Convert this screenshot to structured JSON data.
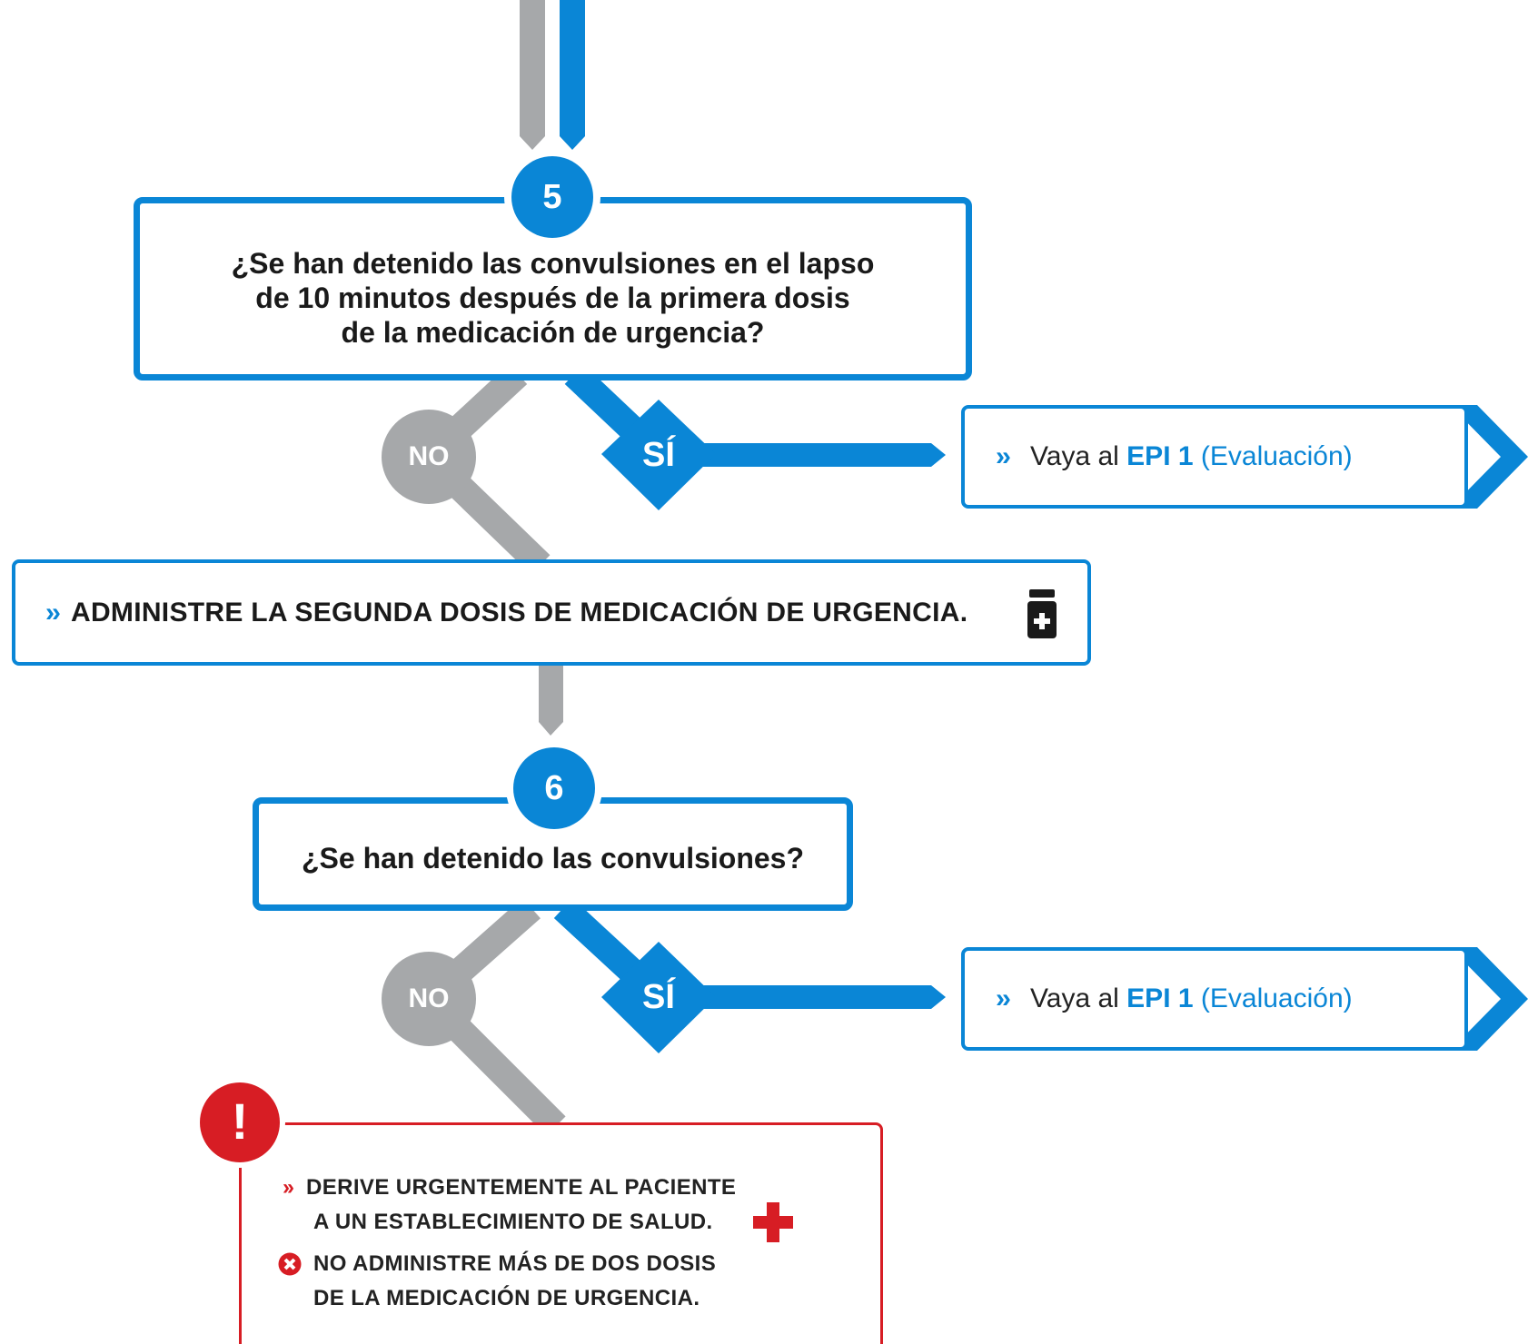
{
  "colors": {
    "blue": "#0a86d6",
    "gray": "#a6a8aa",
    "red": "#d71d24",
    "text": "#1a1a1a"
  },
  "step5": {
    "number": "5",
    "question_lines": [
      "¿Se han detenido las convulsiones en el lapso",
      "de 10 minutos después de la primera dosis",
      "de la medicación de urgencia?"
    ],
    "no_label": "NO",
    "yes_label": "SÍ",
    "goto": {
      "prefix": "Vaya al",
      "link": "EPI 1",
      "suffix": "(Evaluación)"
    }
  },
  "second_dose": {
    "text": "ADMINISTRE LA SEGUNDA DOSIS DE MEDICACIÓN DE URGENCIA.",
    "icon": "medicine-bottle-icon"
  },
  "step6": {
    "number": "6",
    "question": "¿Se han detenido las convulsiones?",
    "no_label": "NO",
    "yes_label": "SÍ",
    "goto": {
      "prefix": "Vaya al",
      "link": "EPI 1",
      "suffix": "(Evaluación)"
    }
  },
  "alert": {
    "badge": "!",
    "refer_lines": [
      "DERIVE URGENTEMENTE AL PACIENTE",
      "A UN ESTABLECIMIENTO DE SALUD."
    ],
    "refer_icon": "red-cross-icon",
    "warning_lines": [
      "NO ADMINISTRE MÁS DE DOS DOSIS",
      "DE LA MEDICACIÓN DE URGENCIA."
    ],
    "warning_icon": "x-circle-icon"
  }
}
